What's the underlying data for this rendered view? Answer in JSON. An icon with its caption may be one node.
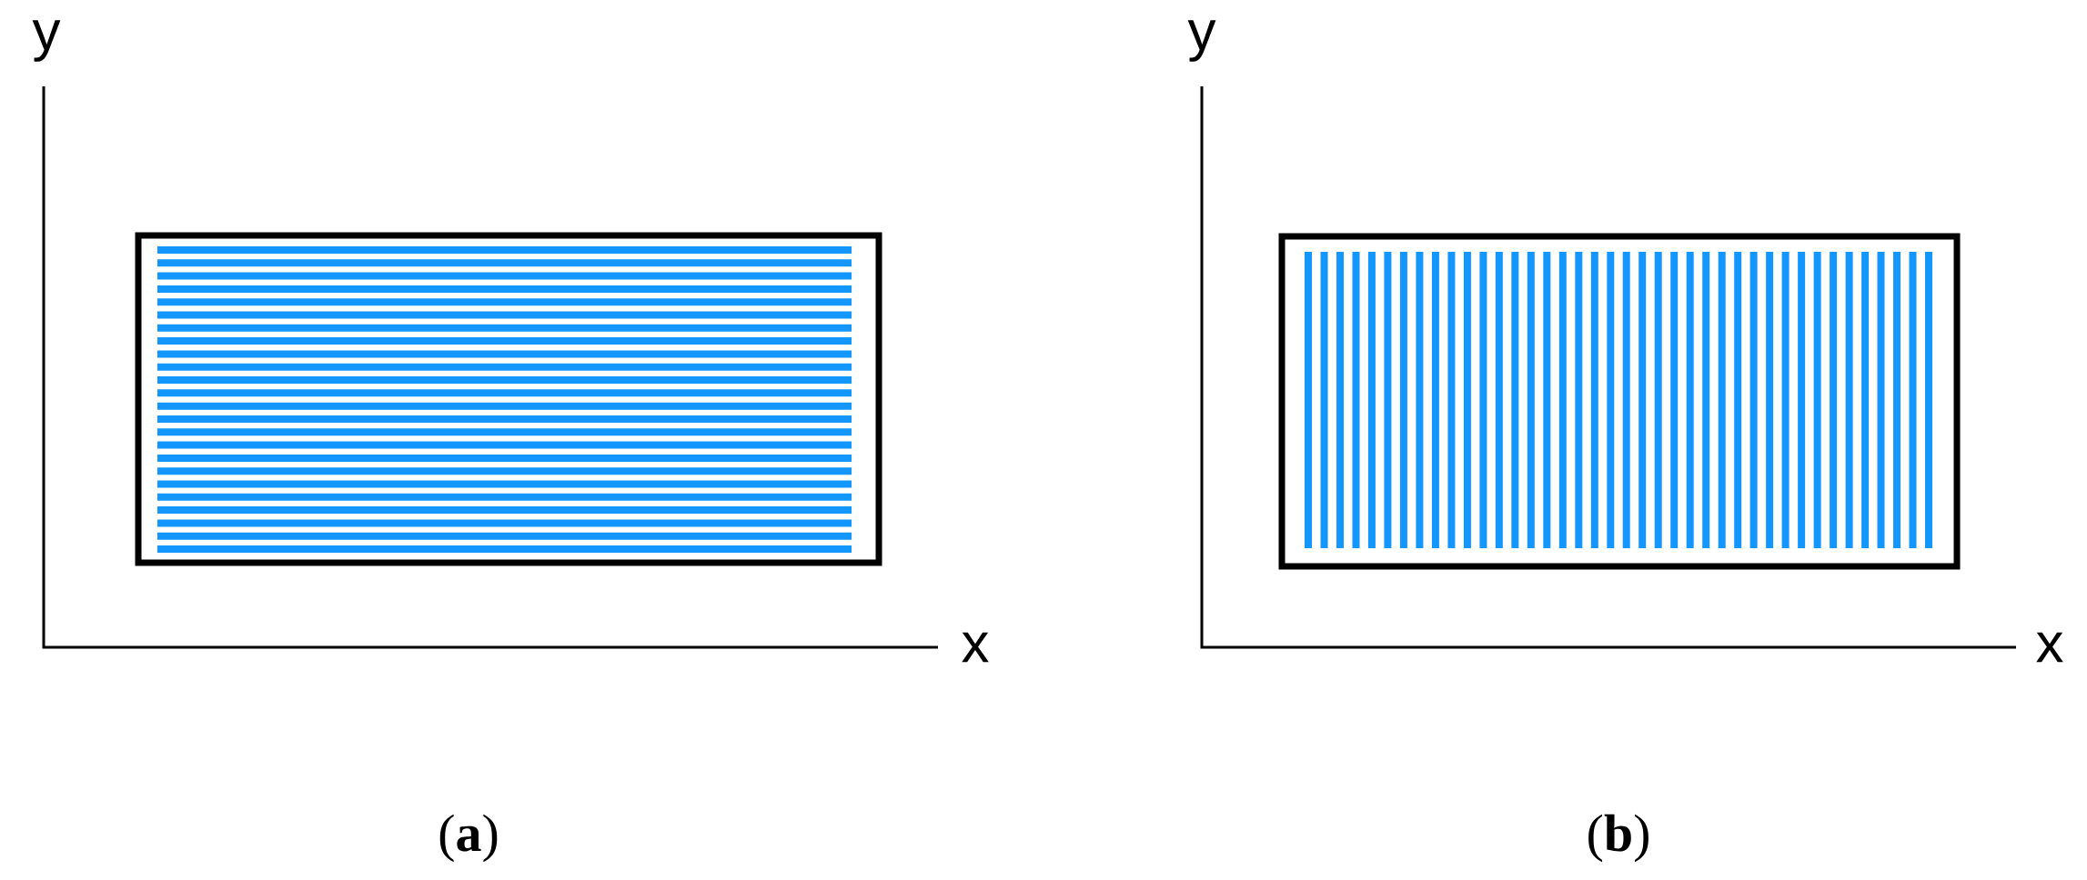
{
  "diagram": {
    "labels": [
      "y",
      "x",
      "y",
      "x",
      "(**a**)",
      "(**b**)"
    ]
  }
}
